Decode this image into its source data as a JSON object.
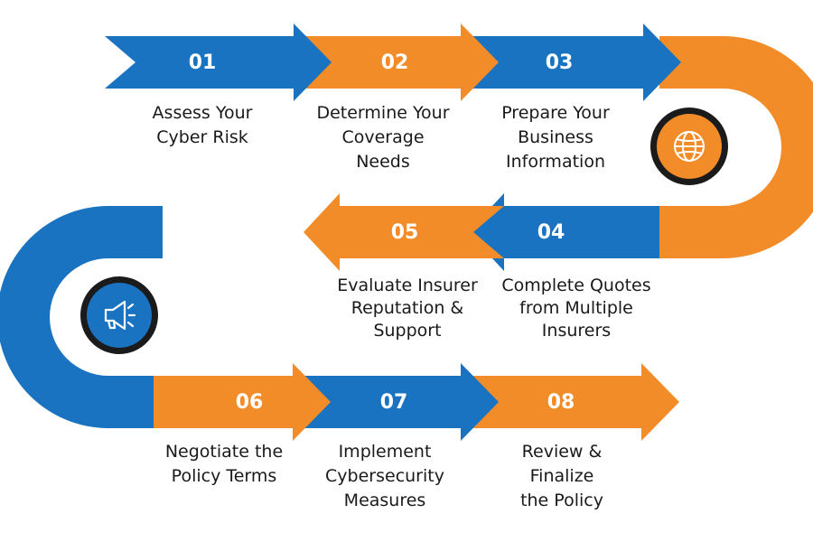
{
  "colors": {
    "blue": "#1a73c1",
    "orange": "#f28c28",
    "dark": "#1b1b1b",
    "text": "#1a1a1a"
  },
  "icons": {
    "top_circle": "globe-icon",
    "left_circle": "megaphone-icon"
  },
  "steps": [
    {
      "number": "01",
      "color": "blue",
      "lines": [
        "Assess Your",
        "Cyber Risk"
      ]
    },
    {
      "number": "02",
      "color": "orange",
      "lines": [
        "Determine Your",
        "Coverage",
        "Needs"
      ]
    },
    {
      "number": "03",
      "color": "blue",
      "lines": [
        "Prepare Your",
        "Business",
        "Information"
      ]
    },
    {
      "number": "04",
      "color": "blue",
      "lines": [
        "Complete Quotes",
        "from Multiple",
        "Insurers"
      ]
    },
    {
      "number": "05",
      "color": "orange",
      "lines": [
        "Evaluate Insurer",
        "Reputation &",
        "Support"
      ]
    },
    {
      "number": "06",
      "color": "orange",
      "lines": [
        "Negotiate the",
        "Policy Terms"
      ]
    },
    {
      "number": "07",
      "color": "blue",
      "lines": [
        "Implement",
        "Cybersecurity",
        "Measures"
      ]
    },
    {
      "number": "08",
      "color": "orange",
      "lines": [
        "Review &",
        "Finalize",
        "the Policy"
      ]
    }
  ]
}
